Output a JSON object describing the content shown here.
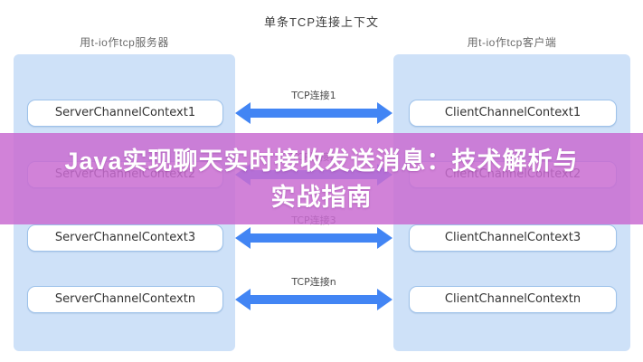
{
  "page": {
    "title": "单条TCP连接上下文"
  },
  "columns": {
    "server": {
      "header": "用t-io作tcp服务器"
    },
    "client": {
      "header": "用t-io作tcp客户端"
    }
  },
  "rows": [
    {
      "server": "ServerChannelContext1",
      "link": "TCP连接1",
      "client": "ClientChannelContext1"
    },
    {
      "server": "ServerChannelContext2",
      "link": "TCP连接2",
      "client": "ClientChannelContext2"
    },
    {
      "server": "ServerChannelContext3",
      "link": "TCP连接3",
      "client": "ClientChannelContext3"
    },
    {
      "server": "ServerChannelContextn",
      "link": "TCP连接n",
      "client": "ClientChannelContextn"
    }
  ],
  "banner": {
    "line1": "Java实现聊天实时接收发送消息：技术解析与",
    "line2": "实战指南"
  },
  "colors": {
    "arrow_blue": "#4285f4",
    "panel_blue": "#cee1f8",
    "box_border_blue": "#9ec2ea",
    "banner_purple": "#c96cd1",
    "banner_text": "#ffffff"
  }
}
